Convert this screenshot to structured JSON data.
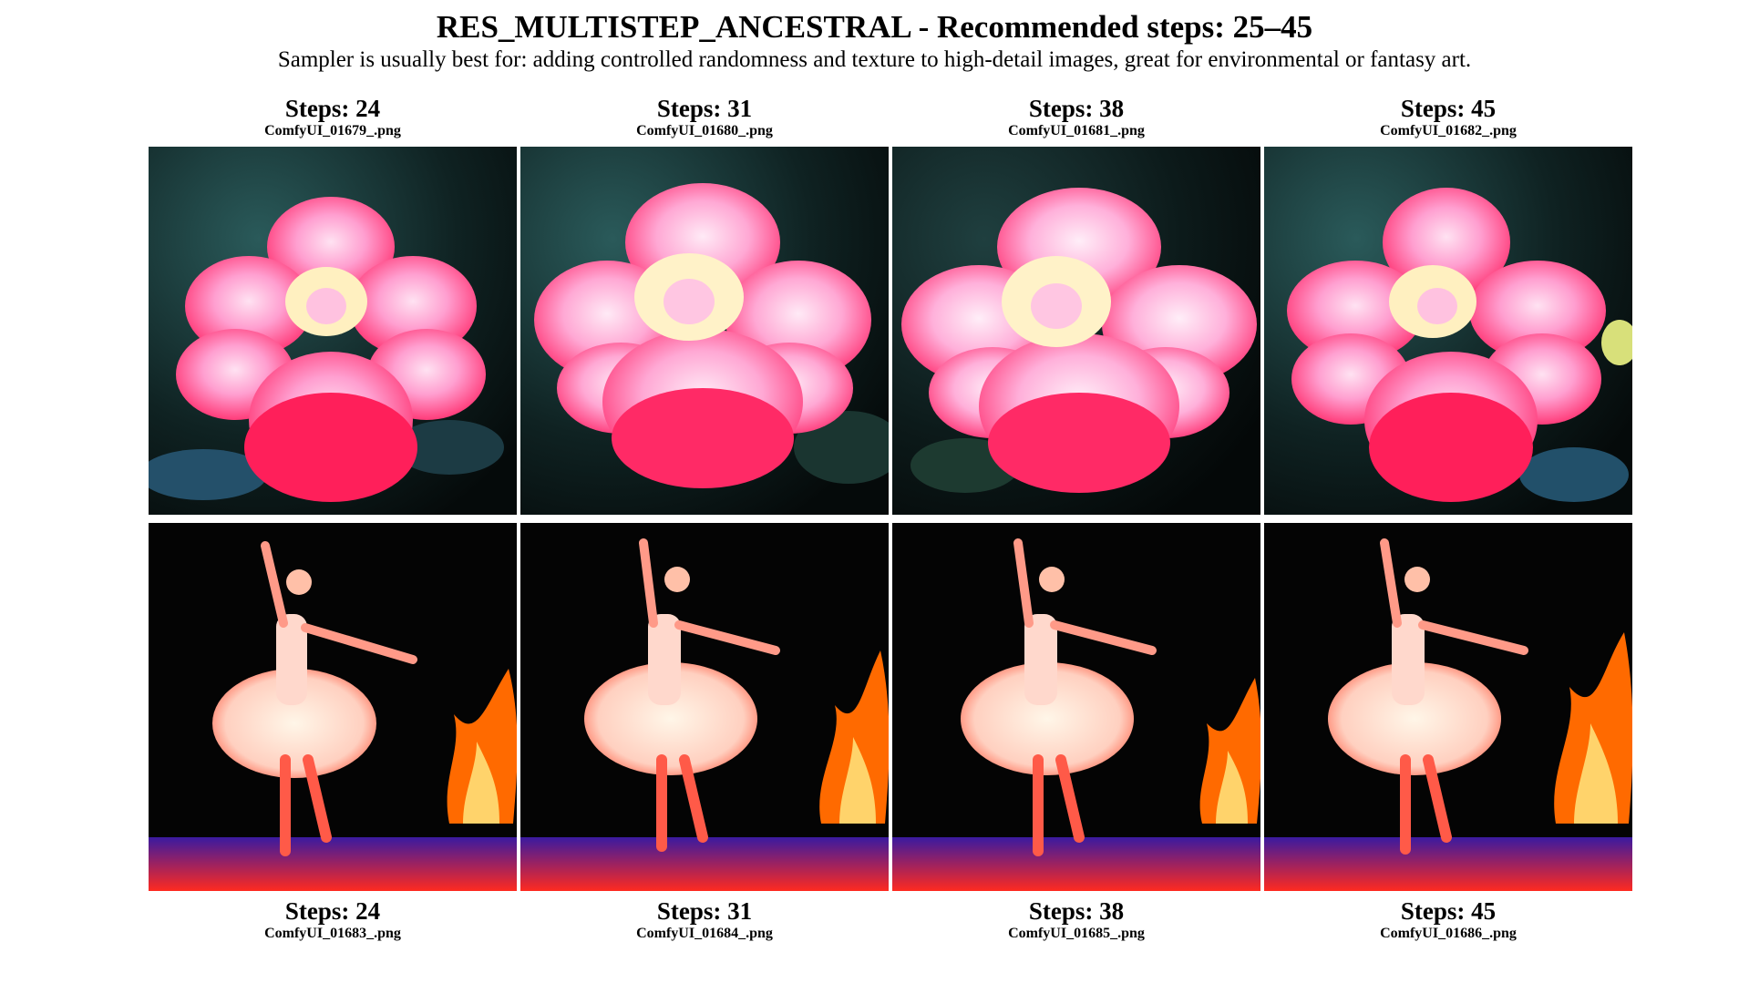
{
  "title": "RES_MULTISTEP_ANCESTRAL - Recommended steps: 25–45",
  "subtitle": "Sampler is usually best for: adding controlled randomness and texture to high-detail images, great for environmental or fantasy art.",
  "rows": [
    {
      "subject": "pink flower",
      "cells": [
        {
          "steps_label": "Steps: 24",
          "filename": "ComfyUI_01679_.png"
        },
        {
          "steps_label": "Steps: 31",
          "filename": "ComfyUI_01680_.png"
        },
        {
          "steps_label": "Steps: 38",
          "filename": "ComfyUI_01681_.png"
        },
        {
          "steps_label": "Steps: 45",
          "filename": "ComfyUI_01682_.png"
        }
      ]
    },
    {
      "subject": "ballerina with flames",
      "cells": [
        {
          "steps_label": "Steps: 24",
          "filename": "ComfyUI_01683_.png"
        },
        {
          "steps_label": "Steps: 31",
          "filename": "ComfyUI_01684_.png"
        },
        {
          "steps_label": "Steps: 38",
          "filename": "ComfyUI_01685_.png"
        },
        {
          "steps_label": "Steps: 45",
          "filename": "ComfyUI_01686_.png"
        }
      ]
    }
  ],
  "colors": {
    "petal_light": "#ffc6ea",
    "petal_mid": "#ff6fb8",
    "petal_dark": "#ff1f5a",
    "flower_center": "#fff0b0",
    "flower_bg": "#0e1a1a",
    "stage_bg": "#050505",
    "flame": "#ff6a00",
    "flame_core": "#ffd36b",
    "stage_floor": "#3a1aa0"
  }
}
